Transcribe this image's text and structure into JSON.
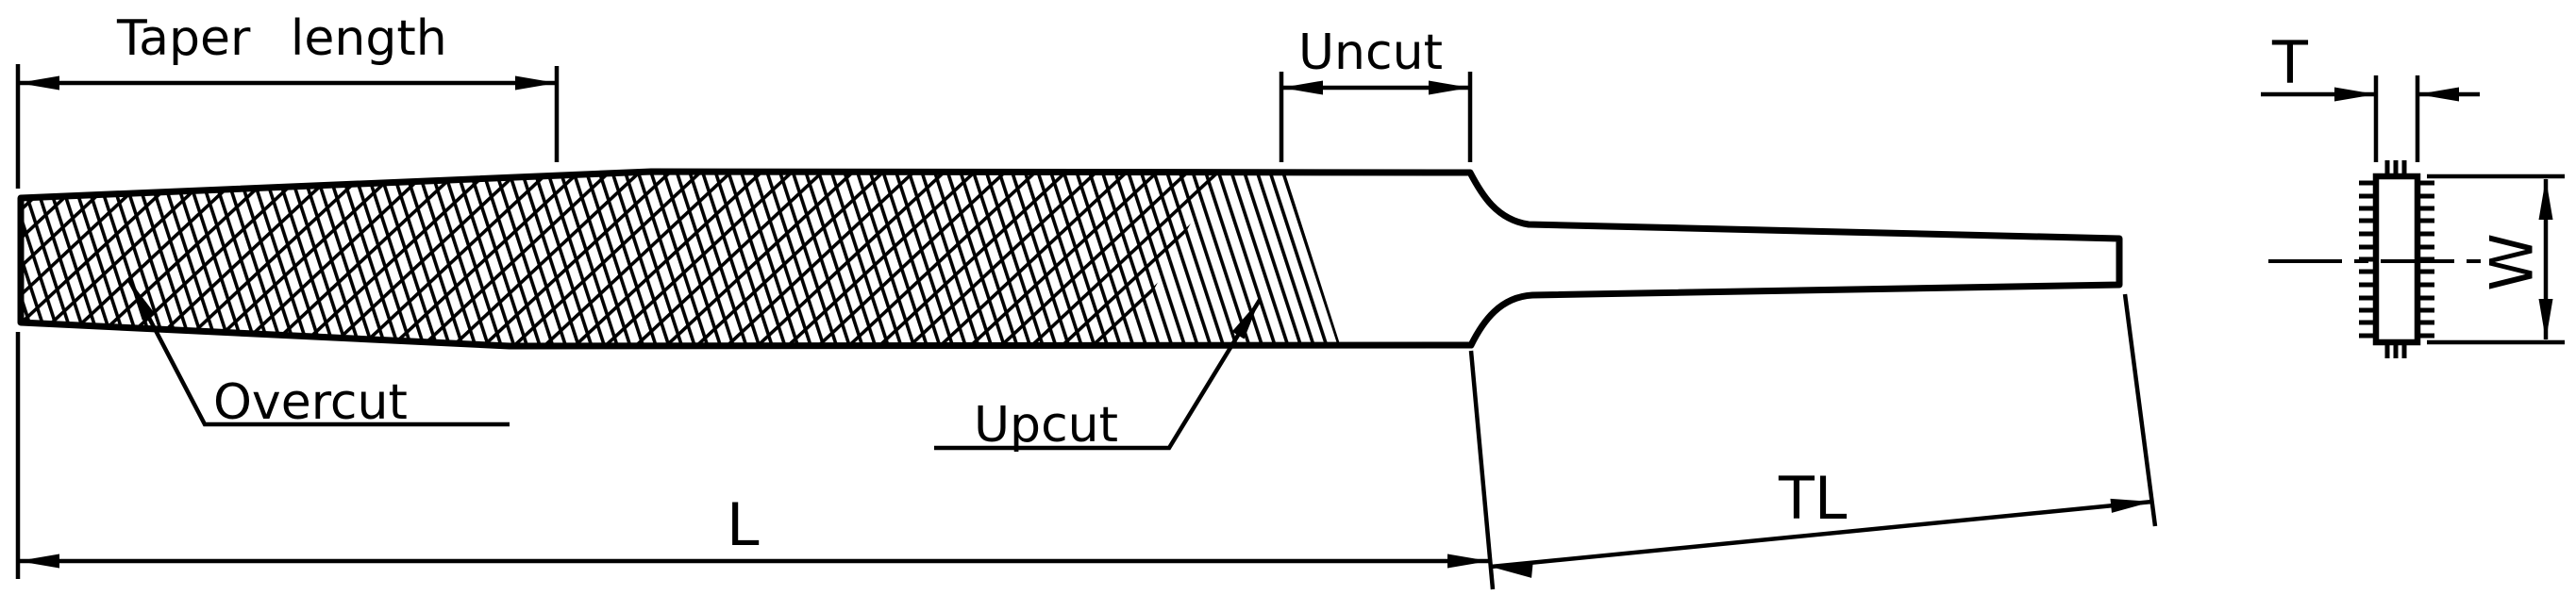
{
  "labels": {
    "taper_length": "Taper length",
    "uncut": "Uncut",
    "overcut": "Overcut",
    "upcut": "Upcut",
    "length": "L",
    "tang_length": "TL",
    "thickness": "T",
    "width": "W"
  },
  "colors": {
    "line": "#000000",
    "background": "#ffffff"
  }
}
